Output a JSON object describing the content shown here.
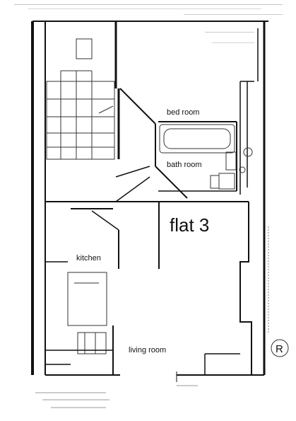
{
  "plan": {
    "title": "flat 3",
    "rooms": {
      "bedroom": "bed room",
      "bathroom": "bath room",
      "kitchen": "kitchen",
      "living": "living room"
    },
    "symbol": "R"
  }
}
